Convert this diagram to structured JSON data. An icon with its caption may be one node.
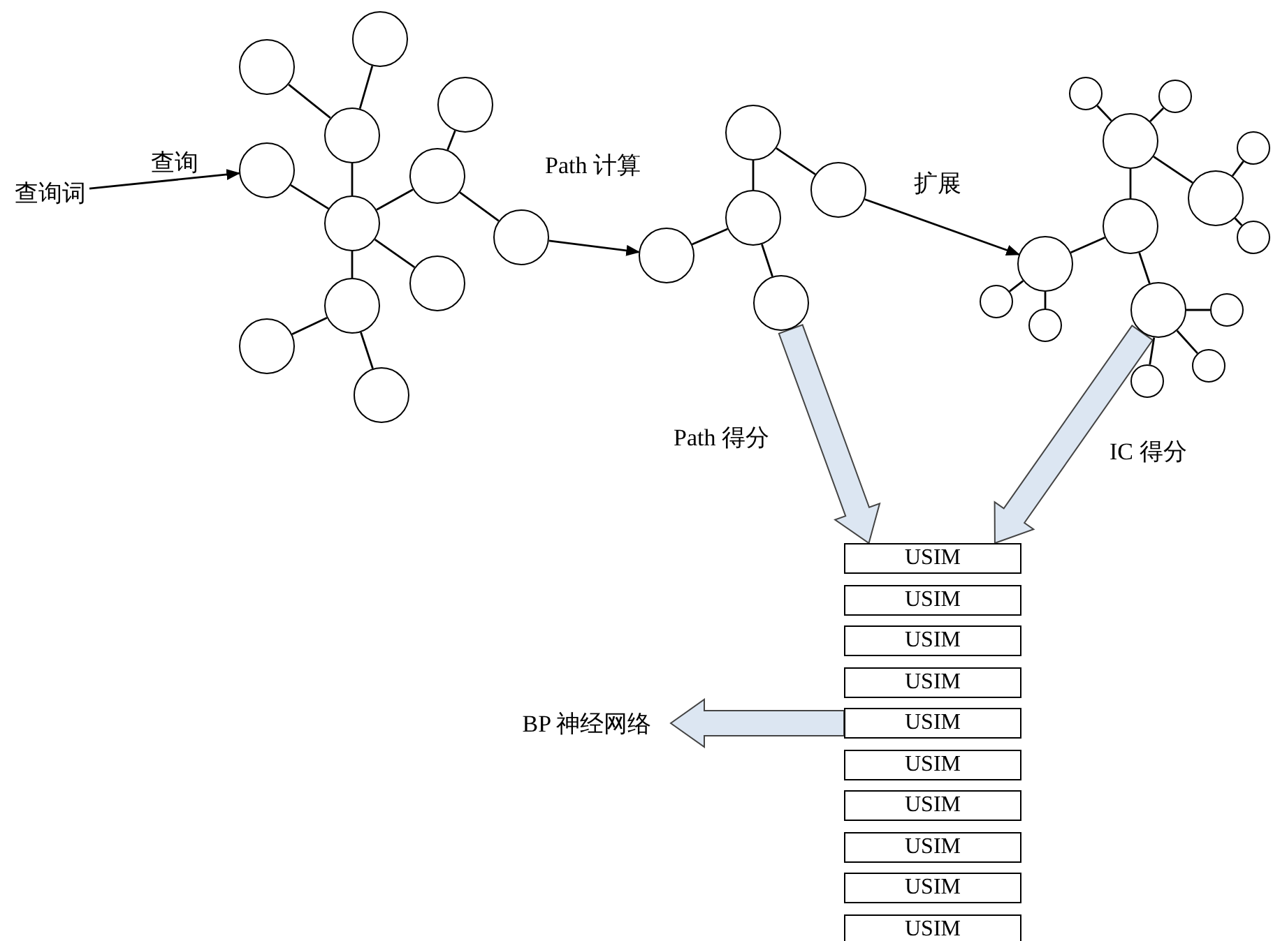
{
  "diagram": {
    "nodes": [
      {
        "text": [
          "查询词"
        ]
      },
      {
        "text": [],
        "shape": "circle"
      },
      {
        "text": [],
        "shape": "circle"
      },
      {
        "text": [],
        "shape": "circle"
      },
      {
        "text": [],
        "shape": "circle"
      },
      {
        "text": [],
        "shape": "circle"
      },
      {
        "text": [],
        "shape": "circle"
      },
      {
        "text": [],
        "shape": "circle"
      },
      {
        "text": [],
        "shape": "circle"
      },
      {
        "text": [],
        "shape": "circle"
      },
      {
        "text": [],
        "shape": "circle"
      },
      {
        "text": [],
        "shape": "circle"
      },
      {
        "text": [],
        "shape": "circle"
      },
      {
        "text": [],
        "shape": "circle"
      },
      {
        "text": [],
        "shape": "circle"
      },
      {
        "text": [],
        "shape": "circle"
      },
      {
        "text": [],
        "shape": "circle"
      },
      {
        "text": [],
        "shape": "circle"
      },
      {
        "text": [],
        "shape": "circle"
      },
      {
        "text": [],
        "shape": "circle"
      },
      {
        "text": [],
        "shape": "circle"
      },
      {
        "text": [],
        "shape": "circle"
      },
      {
        "text": [],
        "shape": "circle"
      },
      {
        "text": [],
        "shape": "circle"
      },
      {
        "text": [],
        "shape": "circle"
      },
      {
        "text": [],
        "shape": "circle"
      },
      {
        "text": [],
        "shape": "circle"
      },
      {
        "text": [],
        "shape": "circle"
      },
      {
        "text": [],
        "shape": "circle"
      },
      {
        "text": [],
        "shape": "circle"
      },
      {
        "text": [],
        "shape": "circle"
      },
      {
        "text": [],
        "shape": "circle"
      },
      {
        "text": [
          "USIM"
        ]
      },
      {
        "text": [
          "USIM"
        ]
      },
      {
        "text": [
          "USIM"
        ]
      },
      {
        "text": [
          "USIM"
        ]
      },
      {
        "text": [
          "USIM"
        ]
      },
      {
        "text": [
          "USIM"
        ]
      },
      {
        "text": [
          "USIM"
        ]
      },
      {
        "text": [
          "USIM"
        ]
      },
      {
        "text": [
          "USIM"
        ]
      },
      {
        "text": [
          "USIM"
        ]
      },
      {
        "text": [
          "BP 神经网络"
        ]
      }
    ],
    "edges": [
      {
        "from": 0,
        "to": 5,
        "arrow": "to",
        "label": "查询"
      },
      {
        "from": 8,
        "to": 16,
        "arrow": "to",
        "label": "Path 计算"
      },
      {
        "from": 14,
        "to": 25,
        "arrow": "to",
        "label": "扩展"
      },
      {
        "from": 17,
        "to": 32,
        "arrow": "to",
        "label": "Path 得分",
        "style": "thick",
        "color": "#dce6f2"
      },
      {
        "from": 27,
        "to": 32,
        "arrow": "to",
        "label": "IC 得分",
        "style": "thick",
        "color": "#dce6f2"
      },
      {
        "from": 36,
        "to": 42,
        "arrow": "to",
        "style": "thick",
        "color": "#dce6f2"
      },
      {
        "from": 2,
        "to": 4,
        "arrow": "none"
      },
      {
        "from": 1,
        "to": 4,
        "arrow": "none"
      },
      {
        "from": 4,
        "to": 7,
        "arrow": "none"
      },
      {
        "from": 5,
        "to": 7,
        "arrow": "none"
      },
      {
        "from": 3,
        "to": 6,
        "arrow": "none"
      },
      {
        "from": 6,
        "to": 7,
        "arrow": "none"
      },
      {
        "from": 6,
        "to": 8,
        "arrow": "none"
      },
      {
        "from": 7,
        "to": 9,
        "arrow": "none"
      },
      {
        "from": 7,
        "to": 10,
        "arrow": "none"
      },
      {
        "from": 10,
        "to": 11,
        "arrow": "none"
      },
      {
        "from": 10,
        "to": 12,
        "arrow": "none"
      },
      {
        "from": 13,
        "to": 14,
        "arrow": "none"
      },
      {
        "from": 13,
        "to": 15,
        "arrow": "none"
      },
      {
        "from": 15,
        "to": 16,
        "arrow": "none"
      },
      {
        "from": 15,
        "to": 17,
        "arrow": "none"
      },
      {
        "from": 18,
        "to": 20,
        "arrow": "none"
      },
      {
        "from": 19,
        "to": 20,
        "arrow": "none"
      },
      {
        "from": 20,
        "to": 22,
        "arrow": "none"
      },
      {
        "from": 20,
        "to": 23,
        "arrow": "none"
      },
      {
        "from": 22,
        "to": 21,
        "arrow": "none"
      },
      {
        "from": 22,
        "to": 24,
        "arrow": "none"
      },
      {
        "from": 23,
        "to": 25,
        "arrow": "none"
      },
      {
        "from": 23,
        "to": 27,
        "arrow": "none"
      },
      {
        "from": 25,
        "to": 26,
        "arrow": "none"
      },
      {
        "from": 25,
        "to": 29,
        "arrow": "none"
      },
      {
        "from": 27,
        "to": 28,
        "arrow": "none"
      },
      {
        "from": 27,
        "to": 30,
        "arrow": "none"
      },
      {
        "from": 27,
        "to": 31,
        "arrow": "none"
      }
    ]
  }
}
